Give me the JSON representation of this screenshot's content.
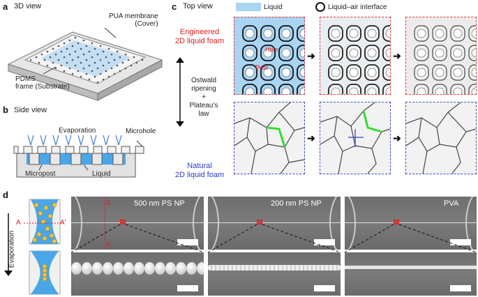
{
  "panels": {
    "a": {
      "letter": "a",
      "title": "3D view",
      "cover_label": "PUA membrane\n(Cover)",
      "frame_label": "PDMS\nframe (Substrate)"
    },
    "b": {
      "letter": "b",
      "title": "Side view",
      "evaporation": "Evaporation",
      "microhole": "Microhole",
      "micropost": "Micropost",
      "liquid": "Liquid"
    },
    "c": {
      "letter": "c",
      "title": "Top view",
      "legend_liquid": "Liquid",
      "legend_interface": "Liquid–air interface",
      "engineered": "Engineered\n2D liquid foam",
      "natural": "Natural\n2D liquid foam",
      "mechanism": "Ostwald\nripening\n+\nPlateau’s\nlaw",
      "hole": "Hole",
      "post": "Post"
    },
    "d": {
      "letter": "d",
      "evaporation": "Evaporation",
      "a_label": "A",
      "a_prime": "A′",
      "sem_labels": [
        "500 nm PS NP",
        "200 nm PS NP",
        "PVA"
      ]
    }
  },
  "colors": {
    "liquid": "#a9d4f2",
    "highlight": "#33dd33",
    "engineered": "#e01e1e",
    "natural": "#2b3cc8",
    "particles": "#f2c53d"
  }
}
